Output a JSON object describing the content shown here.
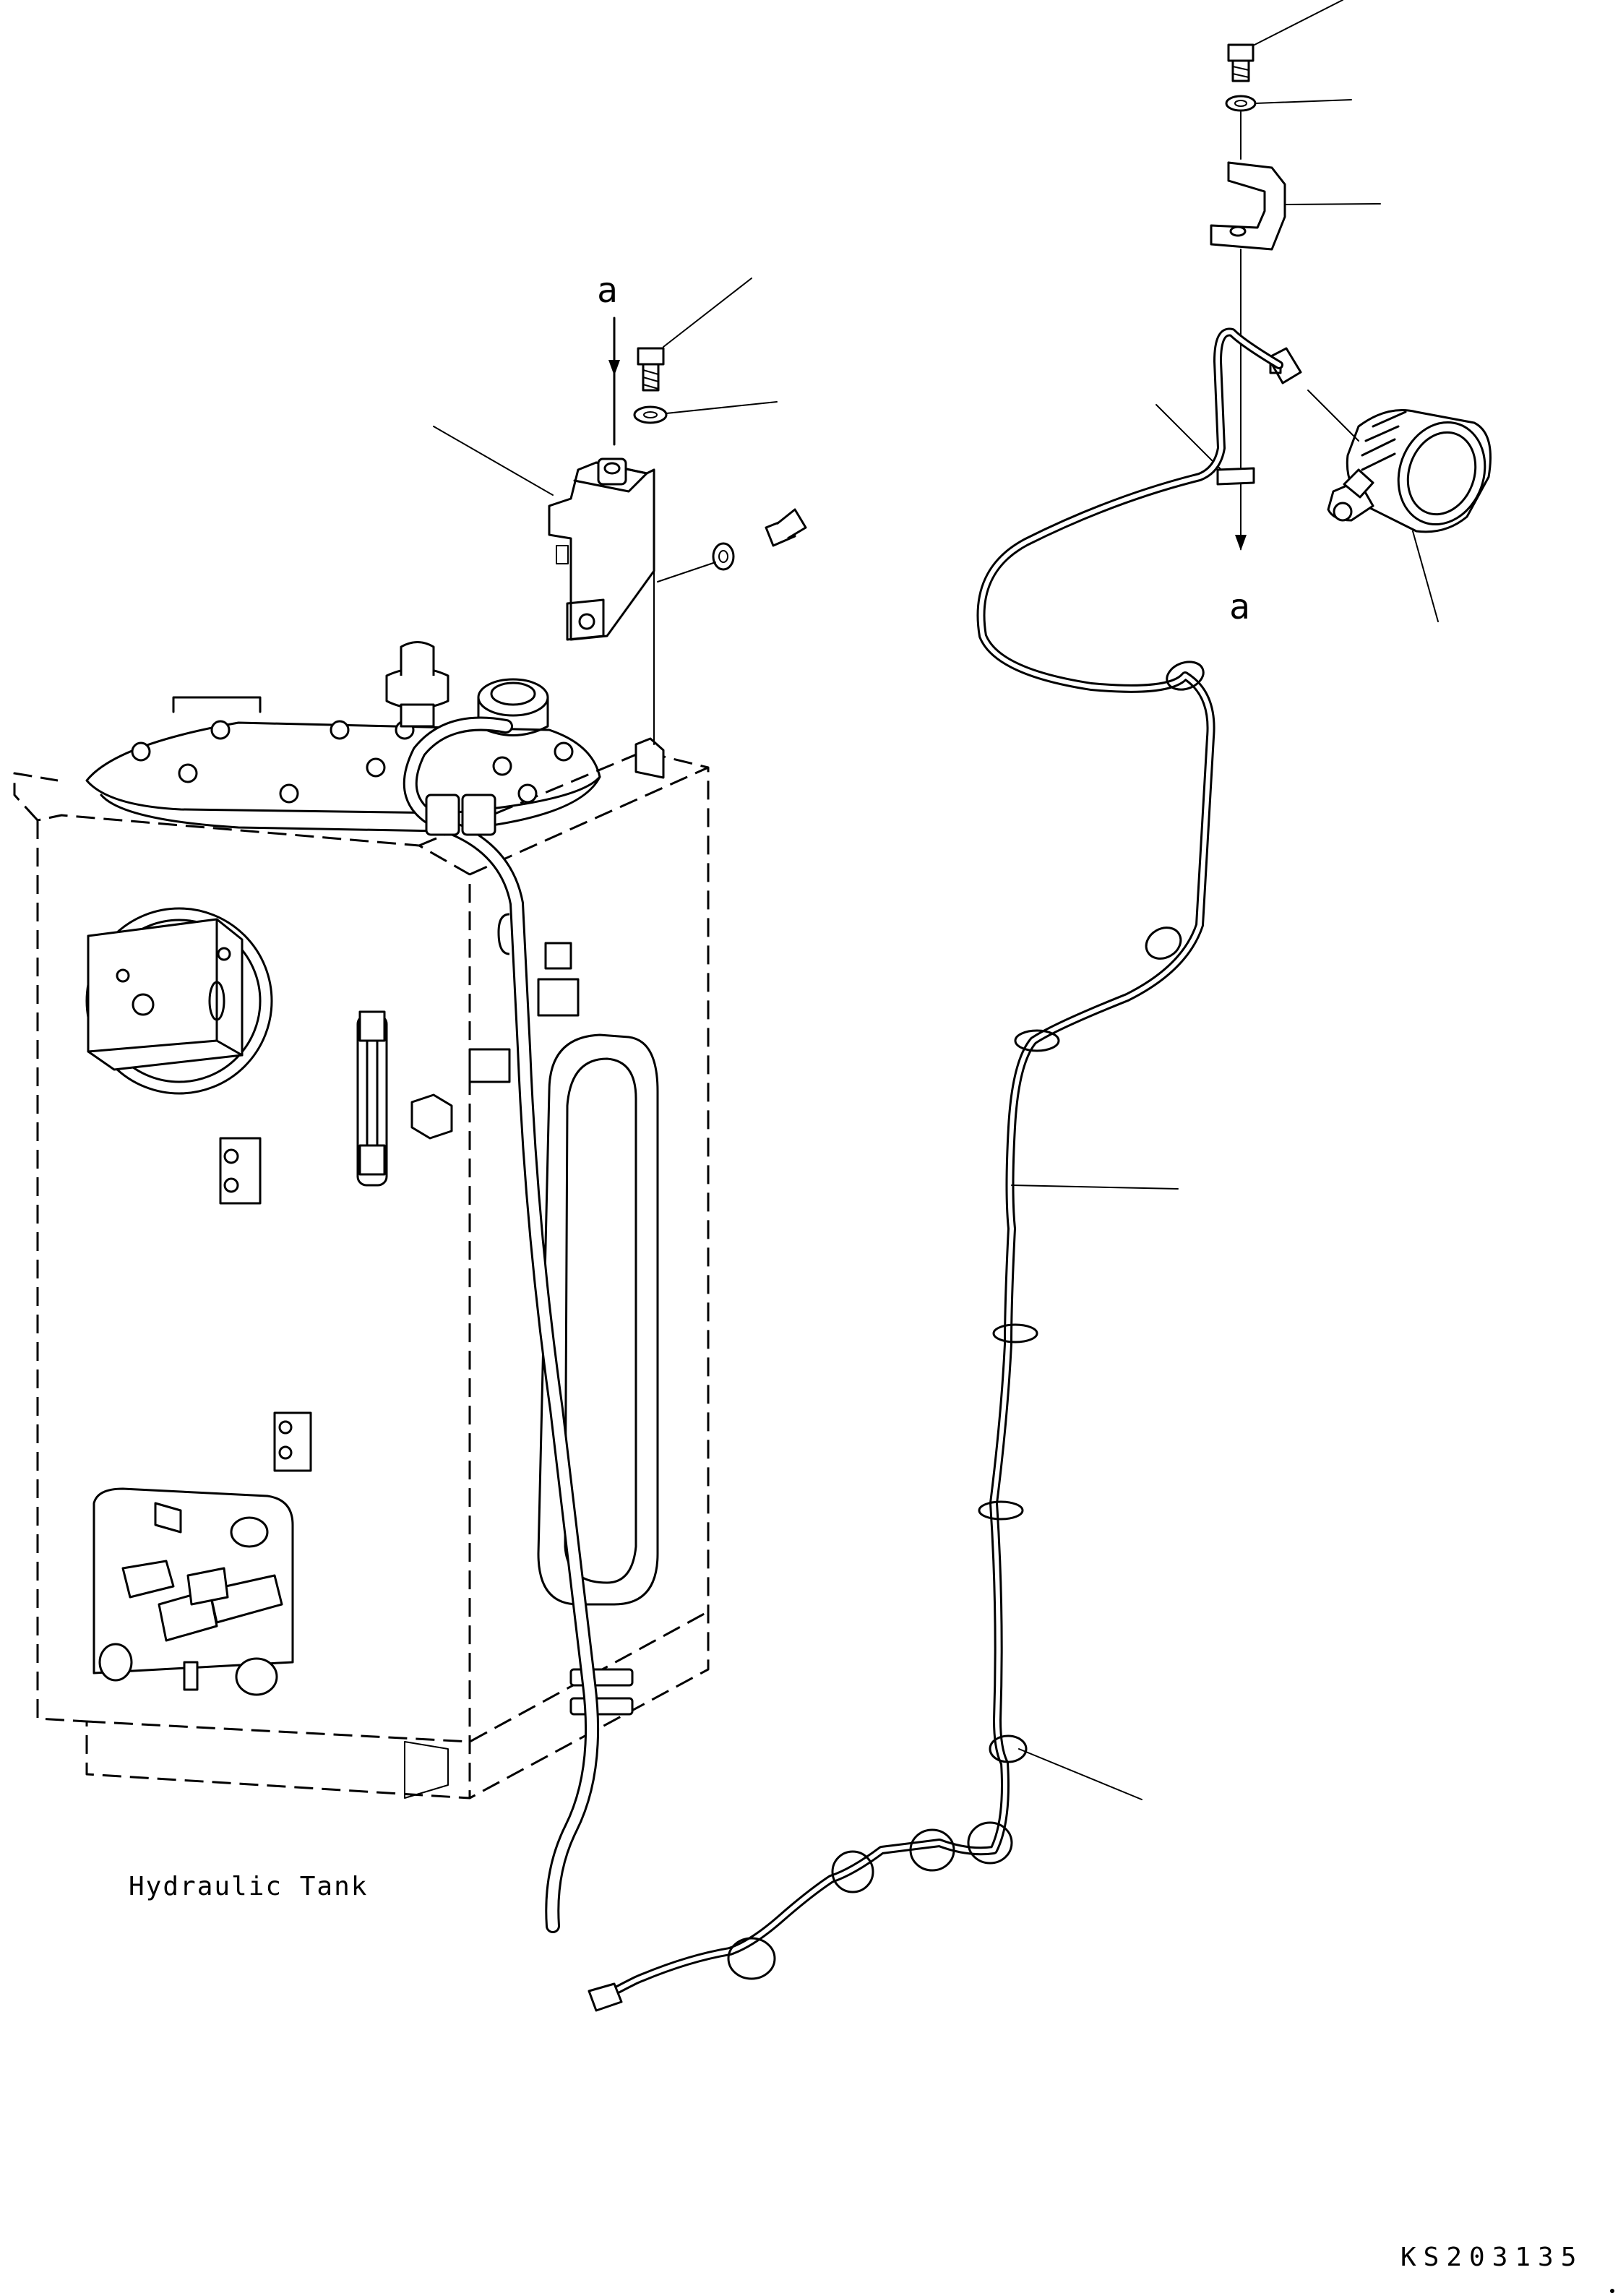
{
  "labels": {
    "tank": "Hydraulic Tank",
    "view_mark_upper": "a",
    "view_mark_lower": "a",
    "drawing_code": "KS203135"
  }
}
